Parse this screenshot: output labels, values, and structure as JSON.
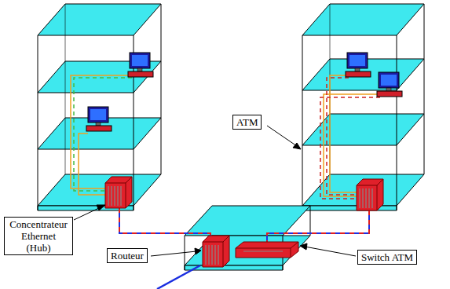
{
  "diagram": {
    "nodes": [
      {
        "text": [
          "ATM"
        ]
      },
      {
        "text": [
          "Concentrateur Ethernet (Hub)"
        ]
      },
      {
        "text": [
          "Routeur"
        ]
      },
      {
        "text": [
          "Switch ATM"
        ]
      }
    ]
  }
}
